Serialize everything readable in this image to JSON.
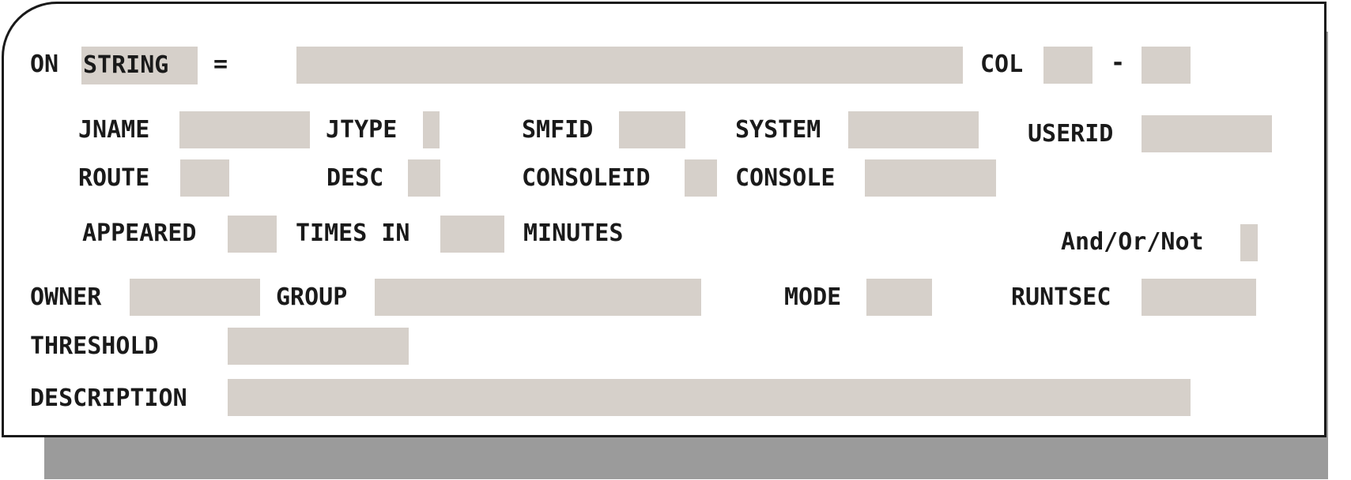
{
  "form": {
    "on_label": "ON",
    "string_label": "STRING",
    "equals": "=",
    "col_label": "COL",
    "col_dash": "-",
    "jname_label": "JNAME",
    "jtype_label": "JTYPE",
    "smfid_label": "SMFID",
    "system_label": "SYSTEM",
    "userid_label": "USERID",
    "route_label": "ROUTE",
    "desc_label": "DESC",
    "consoleid_label": "CONSOLEID",
    "console_label": "CONSOLE",
    "appeared_label": "APPEARED",
    "times_in_label": "TIMES IN",
    "minutes_label": "MINUTES",
    "and_or_not_label": "And/Or/Not",
    "owner_label": "OWNER",
    "group_label": "GROUP",
    "mode_label": "MODE",
    "runtsec_label": "RUNTSEC",
    "threshold_label": "THRESHOLD",
    "description_label": "DESCRIPTION"
  },
  "colors": {
    "field_background": "#d6d0ca",
    "shadow": "#9b9b9b",
    "border": "#1a1a1a"
  }
}
